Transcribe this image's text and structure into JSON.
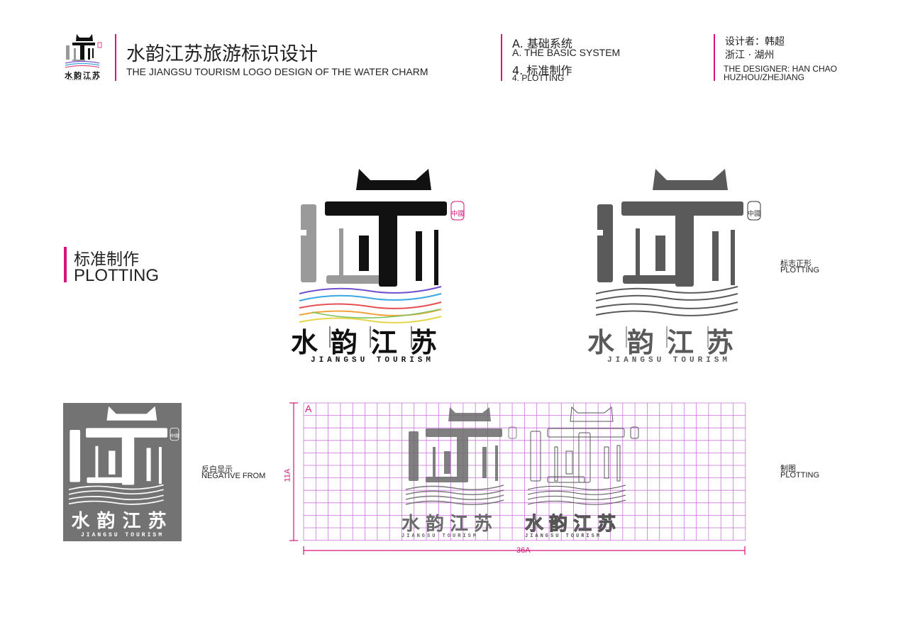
{
  "header": {
    "logo": {
      "cn_text": "水韵江苏",
      "en_text": "JIANGSU TOURISM"
    },
    "title_cn": "水韵江苏旅游标识设计",
    "title_en": "THE JIANGSU TOURISM LOGO DESIGN OF THE WATER CHARM",
    "system_cn": "A. 基础系统",
    "system_en": "A. THE BASIC SYSTEM",
    "section_cn": "4. 标准制作",
    "section_en": "4. PLOTTING",
    "designer_cn": "设计者：韩超",
    "location_cn": "浙江 · 湖州",
    "designer_en": "THE DESIGNER: HAN CHAO",
    "location_en": "HUZHOU/ZHEJIANG"
  },
  "side": {
    "heading_cn": "标准制作",
    "heading_en": "PLOTTING"
  },
  "logos": {
    "cn_text": "水韵江苏",
    "en_text": "JIANGSU TOURISM",
    "seal_text": "中國"
  },
  "labels": {
    "standard_cn": "标志正形",
    "standard_en": "PLOTTING",
    "negative_cn": "反白显示",
    "negative_en": "NEGATIVE FROM",
    "drawing_cn": "制图",
    "drawing_en": "PLOTTING"
  },
  "grid": {
    "corner_label": "A",
    "height_label": "11A",
    "width_label": "36A",
    "accent_color": "#d4157a",
    "grid_color": "#c874d8"
  },
  "colors": {
    "accent": "#d4157a",
    "ink": "#111111",
    "gray_ink": "#5a5a5a",
    "light_gray": "#9a9a9a",
    "negative_bg": "#737373"
  }
}
